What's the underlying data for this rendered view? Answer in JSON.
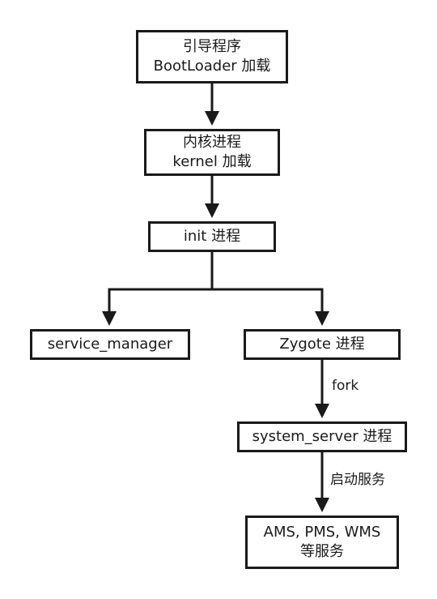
{
  "nodes": {
    "bootloader": {
      "line1": "引导程序",
      "line2": "BootLoader 加载"
    },
    "kernel": {
      "line1": "内核进程",
      "line2": "kernel 加载"
    },
    "init": {
      "line1": "init 进程"
    },
    "service_manager": {
      "line1": "service_manager"
    },
    "zygote": {
      "line1": "Zygote 进程"
    },
    "system_server": {
      "line1": "system_server 进程"
    },
    "services": {
      "line1": "AMS, PMS, WMS",
      "line2": "等服务"
    }
  },
  "edges": {
    "zygote_to_system_server": "fork",
    "system_server_to_services": "启动服务"
  }
}
